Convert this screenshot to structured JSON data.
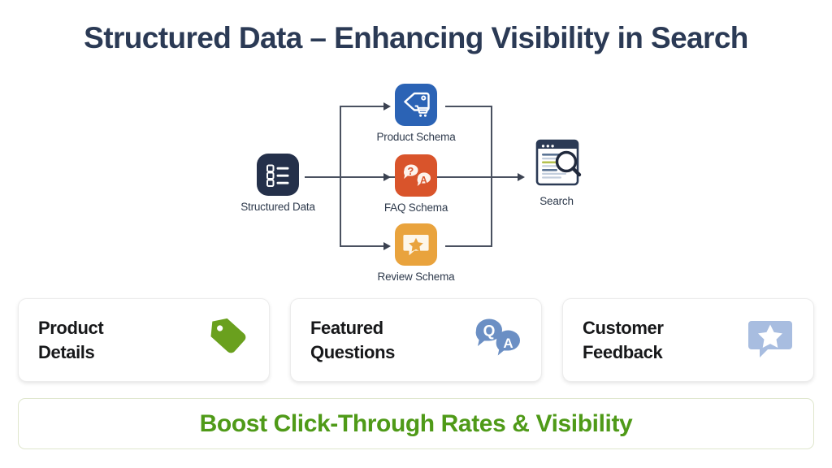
{
  "title": "Structured Data – Enhancing Visibility in Search",
  "diagram": {
    "source": {
      "label": "Structured Data",
      "icon": "checklist-icon",
      "color": "#24304a"
    },
    "schemas": [
      {
        "label": "Product Schema",
        "icon": "price-tag-cart-icon",
        "color": "#2b63b5"
      },
      {
        "label": "FAQ Schema",
        "icon": "qa-bubbles-icon",
        "color": "#d9542b"
      },
      {
        "label": "Review Schema",
        "icon": "star-bubble-icon",
        "color": "#e9a33d"
      }
    ],
    "destination": {
      "label": "Search",
      "icon": "browser-search-icon",
      "color": "#2b3a55"
    }
  },
  "cards": [
    {
      "title": "Product\nDetails",
      "icon": "price-tag-icon",
      "icon_color": "#6aa01e"
    },
    {
      "title": "Featured\nQuestions",
      "icon": "qa-bubbles-icon",
      "icon_color": "#6b8fc4"
    },
    {
      "title": "Customer\nFeedback",
      "icon": "star-bubble-icon",
      "icon_color": "#a8bde0"
    }
  ],
  "banner": {
    "text": "Boost Click-Through Rates & Visibility",
    "color": "#4f9a18"
  }
}
